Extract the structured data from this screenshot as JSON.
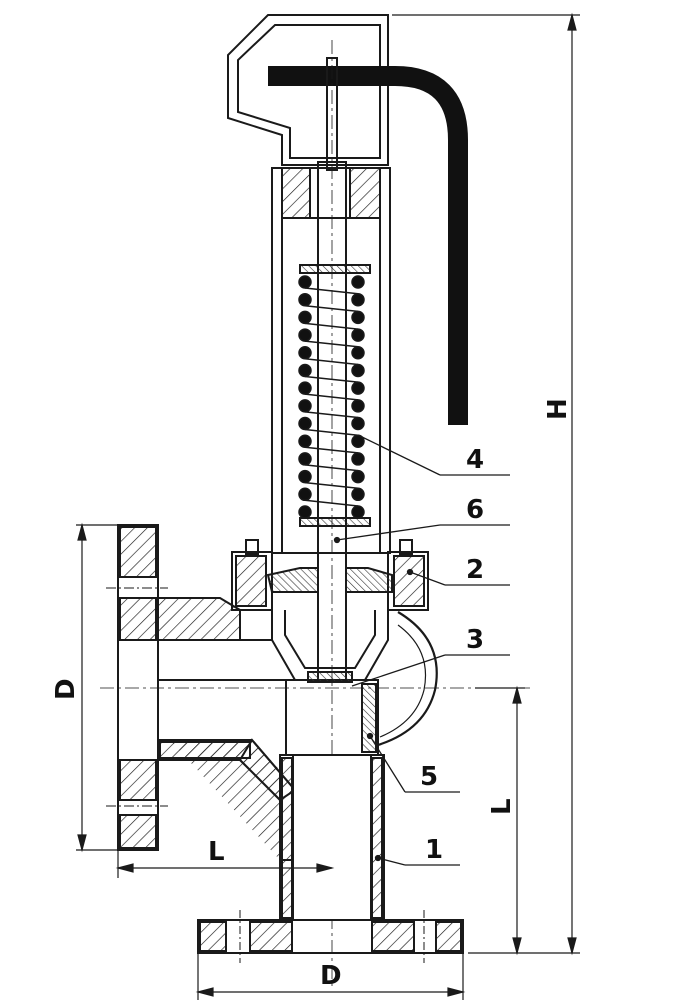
{
  "callouts": {
    "part1": "1",
    "part2": "2",
    "part3": "3",
    "part4": "4",
    "part5": "5",
    "part6": "6"
  },
  "dimensions": {
    "height": "H",
    "inlet_diameter": "D",
    "outlet_diameter": "D",
    "inlet_length": "L",
    "outlet_length": "L"
  },
  "colors": {
    "line": "#1a1a1a",
    "lever": "#111111",
    "seal": "#666666"
  }
}
